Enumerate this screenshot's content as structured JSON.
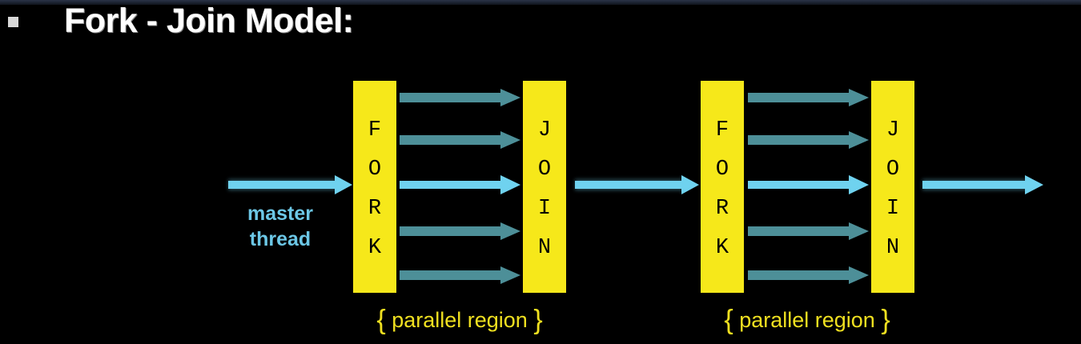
{
  "slide": {
    "title": "Fork - Join Model:"
  },
  "diagram": {
    "master_label_line1": "master",
    "master_label_line2": "thread",
    "regions": [
      {
        "fork_letters": [
          "F",
          "O",
          "R",
          "K"
        ],
        "join_letters": [
          "J",
          "O",
          "I",
          "N"
        ],
        "caption": "parallel region",
        "open_brace": "{",
        "close_brace": "}"
      },
      {
        "fork_letters": [
          "F",
          "O",
          "R",
          "K"
        ],
        "join_letters": [
          "J",
          "O",
          "I",
          "N"
        ],
        "caption": "parallel region",
        "open_brace": "{",
        "close_brace": "}"
      }
    ],
    "colors": {
      "background": "#000000",
      "bar": "#f6e81a",
      "master_arrow": "#6fd2ef",
      "thread_arrow": "#4d8f98",
      "caption": "#f0e020",
      "master_text": "#6cc7e6"
    }
  }
}
